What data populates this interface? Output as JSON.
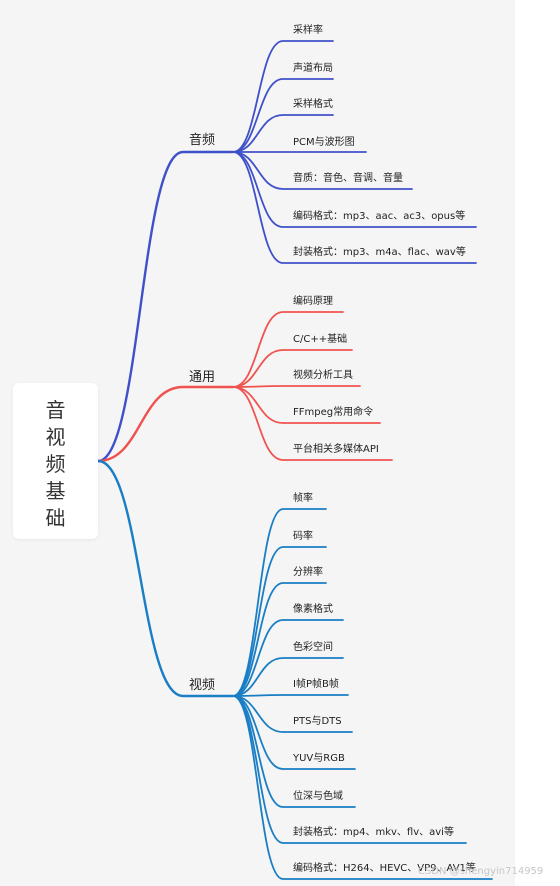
{
  "root": {
    "chars": [
      "音",
      "视",
      "频",
      "基",
      "础"
    ]
  },
  "branches": [
    {
      "label": "音频",
      "color": "#3f51c8",
      "leaves": [
        "采样率",
        "声道布局",
        "采样格式",
        "PCM与波形图",
        "音质：音色、音调、音量",
        "编码格式：mp3、aac、ac3、opus等",
        "封装格式：mp3、m4a、flac、wav等"
      ]
    },
    {
      "label": "通用",
      "color": "#f0534f",
      "leaves": [
        "编码原理",
        "C/C++基础",
        "视频分析工具",
        "FFmpeg常用命令",
        "平台相关多媒体API"
      ]
    },
    {
      "label": "视频",
      "color": "#1a7ec4",
      "leaves": [
        "帧率",
        "码率",
        "分辨率",
        "像素格式",
        "色彩空间",
        "I帧P帧B帧",
        "PTS与DTS",
        "YUV与RGB",
        "位深与色域",
        "封装格式：mp4、mkv、flv、avi等",
        "编码格式：H264、HEVC、VP9、AV1等"
      ]
    }
  ],
  "watermark": "CSDN @shengyin714959"
}
